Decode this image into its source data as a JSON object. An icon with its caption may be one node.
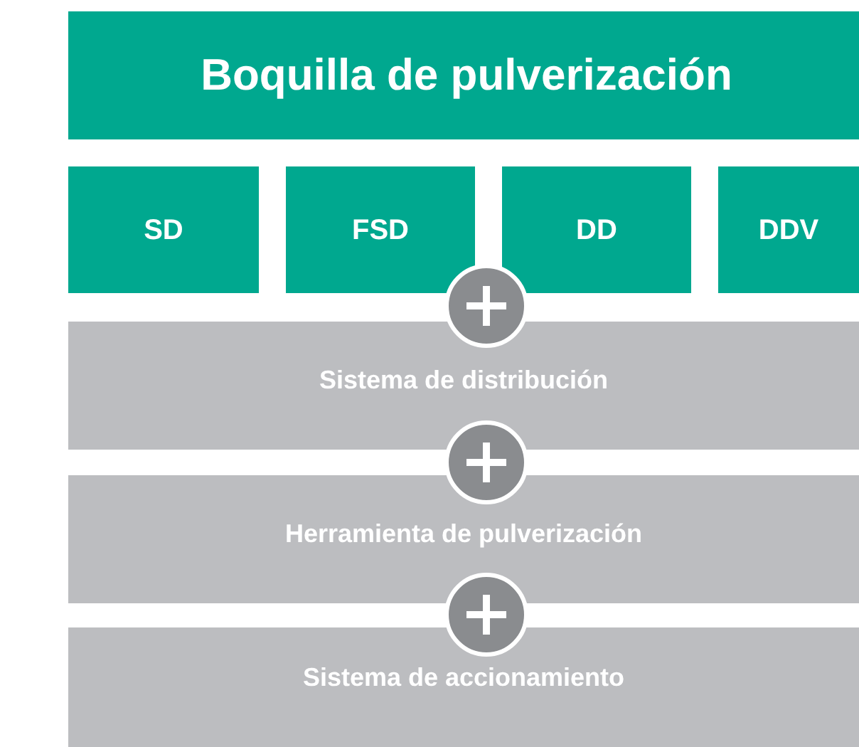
{
  "diagram": {
    "nodes": [
      {
        "text": [
          "Boquilla de pulverización"
        ]
      },
      {
        "text": [
          "SD"
        ]
      },
      {
        "text": [
          "FSD"
        ]
      },
      {
        "text": [
          "DD"
        ]
      },
      {
        "text": [
          "DDV"
        ]
      },
      {
        "text": [
          "Sistema de distribución"
        ]
      },
      {
        "text": [
          "Herramienta de pulverización"
        ]
      },
      {
        "text": [
          "Sistema de accionamiento"
        ]
      }
    ]
  }
}
